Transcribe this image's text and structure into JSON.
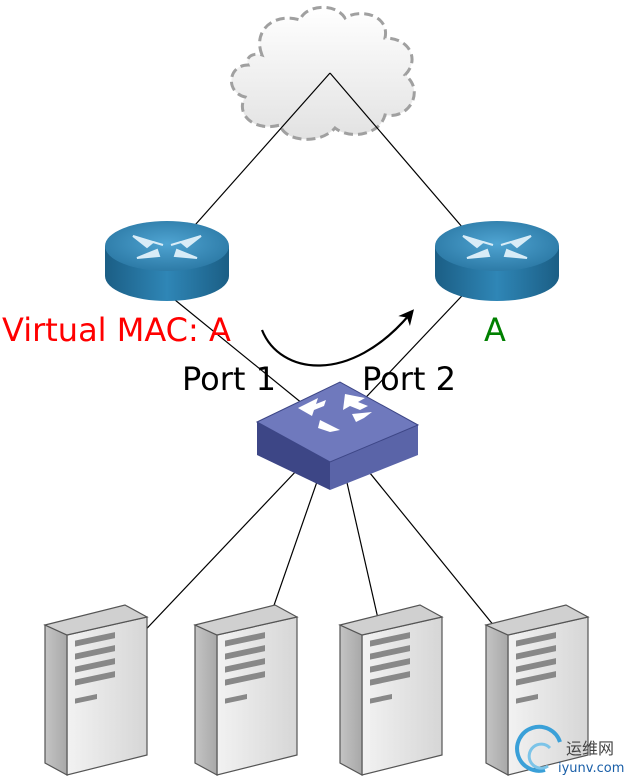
{
  "labels": {
    "virtual_mac": "Virtual MAC: A",
    "router_right": "A",
    "port1": "Port 1",
    "port2": "Port 2"
  },
  "colors": {
    "virtual_mac": "#ff0000",
    "router_right_label": "#008000",
    "router": "#2e7fab",
    "switch": "#4a5496",
    "cloud_stroke": "#a0a0a0",
    "server": "#e6e6e6"
  },
  "watermark": {
    "chinese": "运维网",
    "url": "iyunv.com"
  }
}
